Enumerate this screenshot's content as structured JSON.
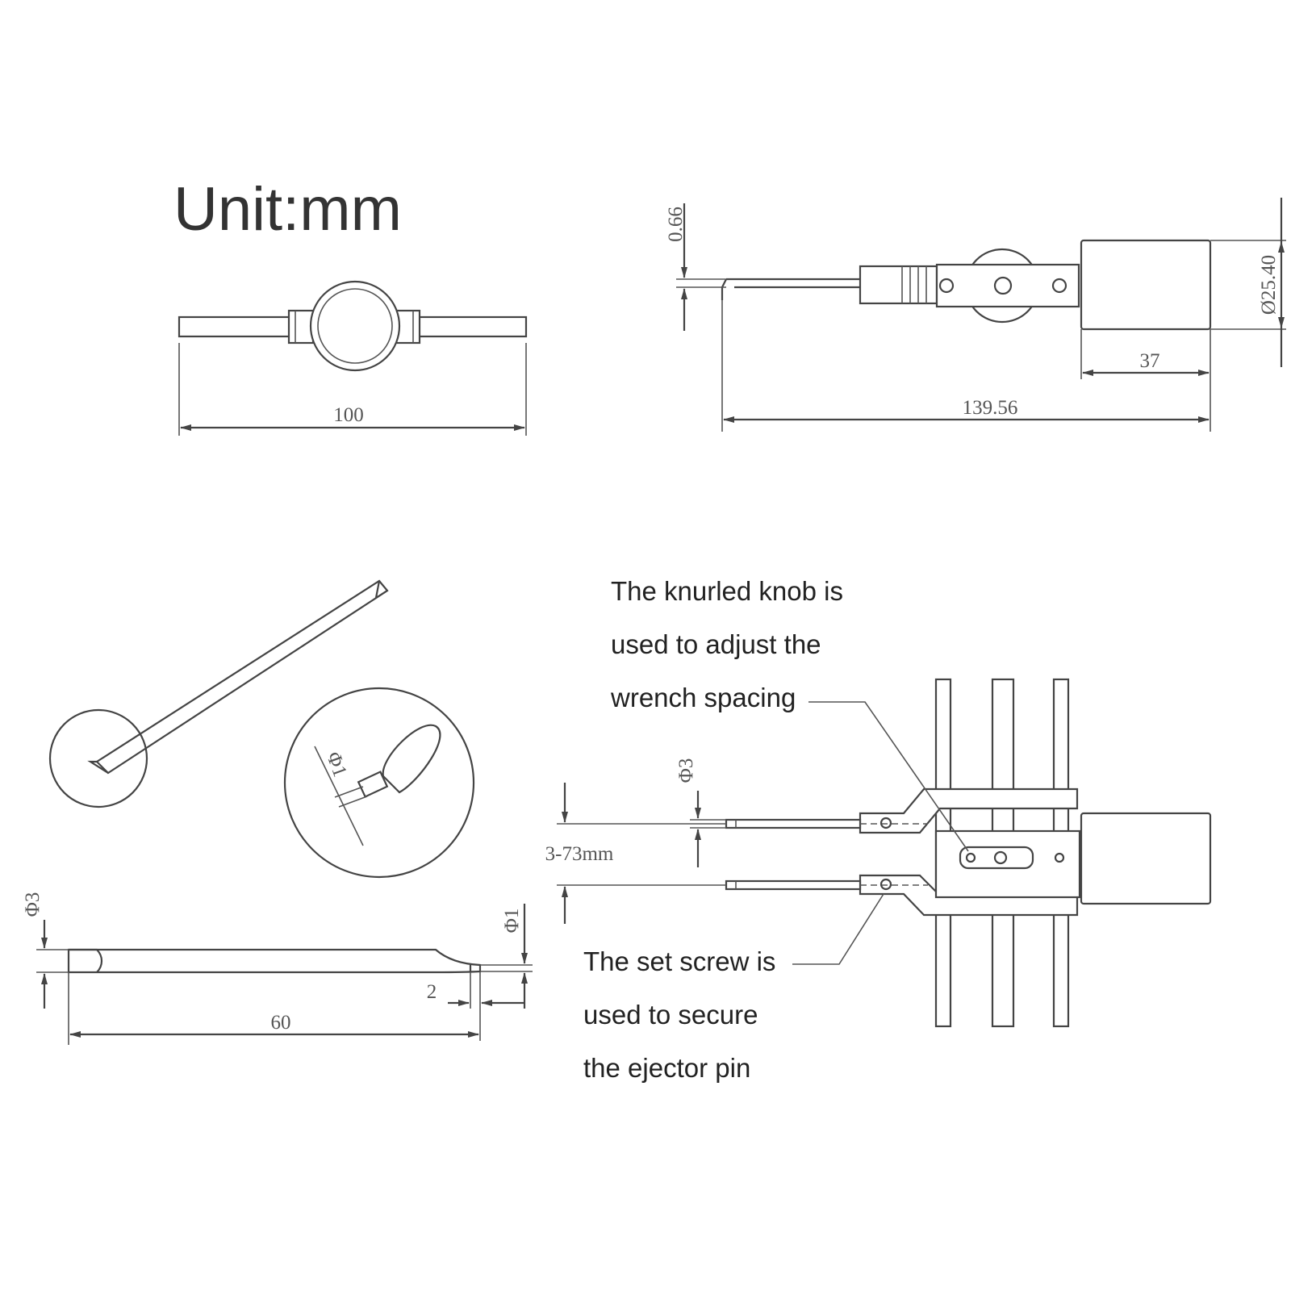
{
  "title": "Unit:mm",
  "views": {
    "top": {
      "length_dim": "100"
    },
    "side": {
      "tip_dim": "0.66",
      "diameter_dim": "Ø25.40",
      "knob_length_dim": "37",
      "total_length_dim": "139.56"
    },
    "pin": {
      "tip_diameter_dim": "Φ1",
      "shaft_diameter_dim": "Φ3",
      "tip_diameter_detail_dim": "Φ1",
      "tip_length_dim": "2",
      "length_dim": "60"
    },
    "assembly": {
      "pin_diameter_dim": "Φ3",
      "spacing_dim": "3-73mm",
      "knob_note": [
        "The knurled knob is",
        "used to adjust the",
        "wrench spacing"
      ],
      "screw_note": [
        "The set screw is",
        "used to secure",
        "the ejector pin"
      ]
    }
  }
}
